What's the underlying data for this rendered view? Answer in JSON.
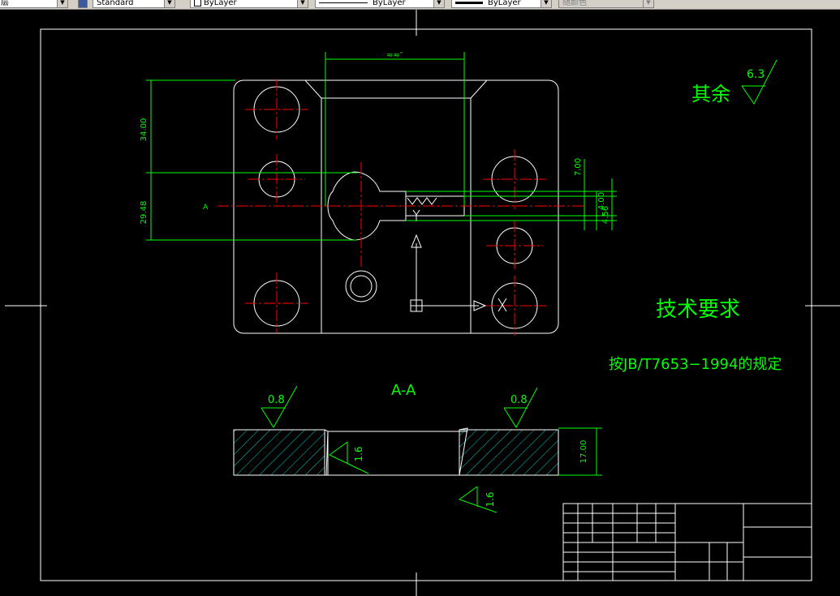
{
  "toolbar": {
    "layer_combo": "层",
    "textstyle_combo": "Standard",
    "color_combo": "ByLayer",
    "linetype_combo": "ByLayer",
    "lineweight_combo": "ByLayer",
    "plotstyle_combo": "随颜色"
  },
  "drawing": {
    "dim_top": "≈≈″",
    "dim_left_1": "34.00",
    "dim_left_2": "29.48",
    "dim_right_1": "7.00",
    "dim_right_2": "4.00",
    "dim_right_3": "4.56",
    "roughness_rest_label": "其余",
    "roughness_rest_value": "6.3",
    "section_marker": "A",
    "section_title": "A-A",
    "roughness_left": "0.8",
    "roughness_right": "0.8",
    "roughness_inner": "1.6",
    "roughness_bottom": "1.6",
    "dim_thickness": "17.00",
    "tech_req_title": "技术要求",
    "tech_req_text": "按JB/T7653−1994的规定"
  },
  "colors": {
    "background": "#000000",
    "outline": "#ffffff",
    "centerline": "#ff0000",
    "dimension": "#00ff00",
    "hatch": "#00cccc"
  }
}
